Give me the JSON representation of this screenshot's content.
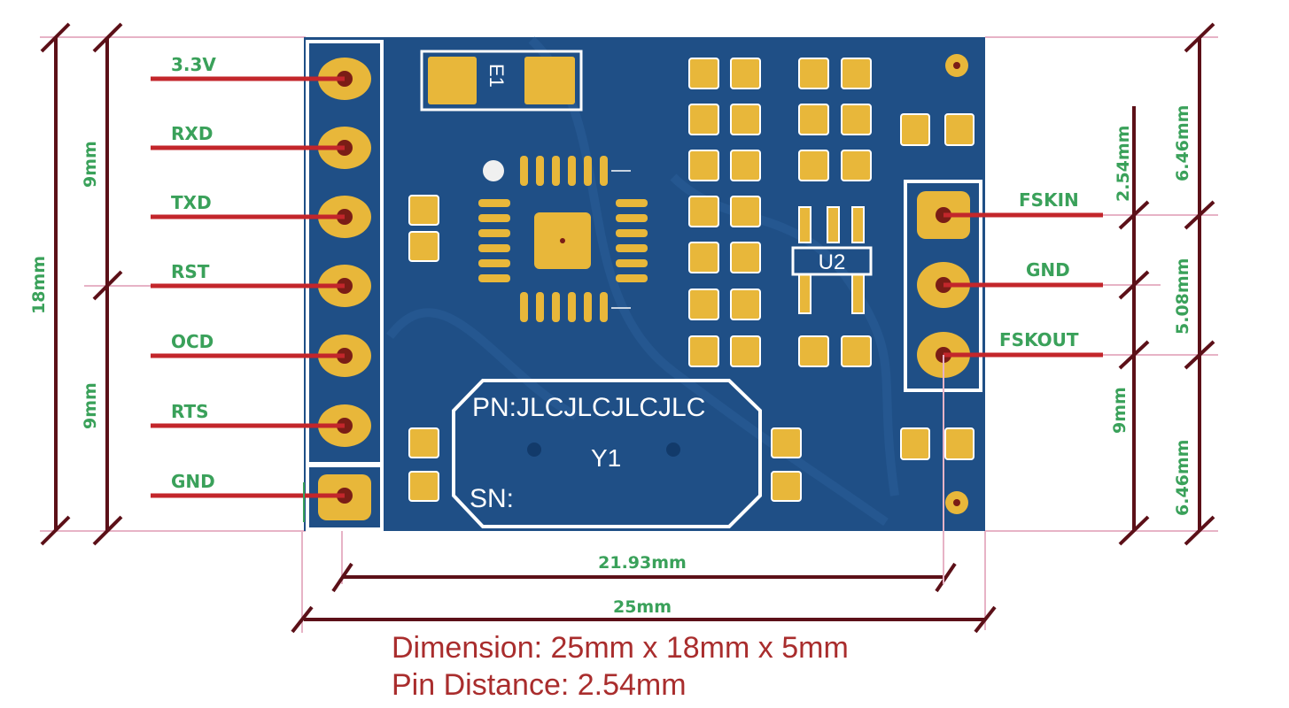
{
  "colors": {
    "board": "#1f4f86",
    "pad": "#e8b73a",
    "pad_ring": "#f3d57a",
    "silkscreen": "#ffffff",
    "pin_trace": "#c3262b",
    "label_green": "#3aa15a",
    "dim_line": "#5c1018",
    "guide_pink": "#e7b3c6",
    "caption_red": "#a92d2d"
  },
  "left_pins": [
    {
      "label": "3.3V"
    },
    {
      "label": "RXD"
    },
    {
      "label": "TXD"
    },
    {
      "label": "RST"
    },
    {
      "label": "OCD"
    },
    {
      "label": "RTS"
    },
    {
      "label": "GND"
    }
  ],
  "right_pins": [
    {
      "label": "FSKIN"
    },
    {
      "label": "GND"
    },
    {
      "label": "FSKOUT"
    }
  ],
  "dimensions": {
    "left_upper": "9mm",
    "left_lower": "9mm",
    "left_total": "18mm",
    "right_pitch": "2.54mm",
    "right_top": "6.46mm",
    "right_mid": "5.08mm",
    "right_bottom": "6.46mm",
    "right_lower": "9mm",
    "pin_span": "21.93mm",
    "board_width": "25mm"
  },
  "silkscreen": {
    "e1": "E1",
    "u2": "U2",
    "pn": "PN:JLCJLCJLCJLC",
    "y1": "Y1",
    "sn": "SN:"
  },
  "captions": {
    "dimension": "Dimension: 25mm x 18mm x 5mm",
    "pin_distance": "Pin Distance: 2.54mm"
  }
}
